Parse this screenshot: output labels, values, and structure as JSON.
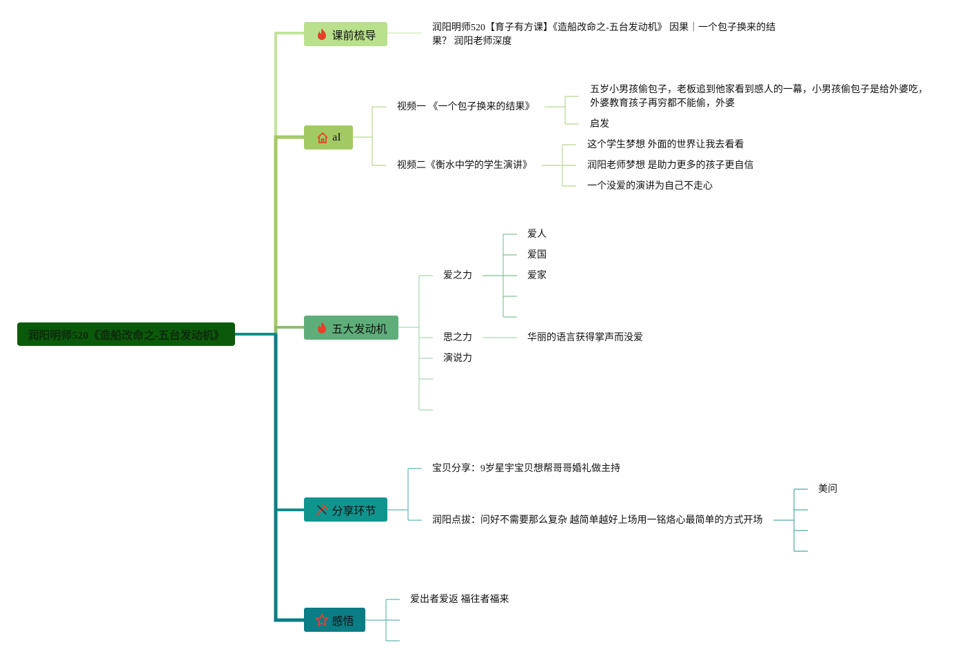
{
  "colors": {
    "root_fill": "#0b5a0b",
    "branch_1": "#c6e5a0",
    "branch_2": "#a3ca62",
    "branch_3": "#5fae7a",
    "branch_4": "#10948e",
    "branch_5": "#0a7d85",
    "trunk_light": "#b6dc86",
    "trunk_dark": "#0b7f83",
    "icon_red": "#e8402a"
  },
  "root": {
    "label": "润阳明师520《造船改命之-五台发动机》"
  },
  "branches": [
    {
      "label": "课前梳导",
      "icon": "fire-icon",
      "children": [
        {
          "text": "润阳明师520【育子有方课】《造船改命之-五台发动机》 因果｜一个包子换来的结果？ 润阳老师深度"
        }
      ]
    },
    {
      "label": "aI",
      "icon": "home-icon",
      "children": [
        {
          "text": "视频一 《一个包子换来的结果》",
          "children": [
            {
              "text": "五岁小男孩偷包子，老板追到他家看到感人的一幕，小男孩偷包子是给外婆吃，外婆教育孩子再穷都不能偷，外婆"
            },
            {
              "text": "启发"
            }
          ]
        },
        {
          "text": "视频二《衡水中学的学生演讲》",
          "children": [
            {
              "text": "这个学生梦想 外面的世界让我去看看"
            },
            {
              "text": "润阳老师梦想 是助力更多的孩子更自信"
            },
            {
              "text": "一个没爱的演讲为自己不走心"
            }
          ]
        }
      ]
    },
    {
      "label": "五大发动机",
      "icon": "fire-icon",
      "children": [
        {
          "text": "爱之力",
          "children": [
            {
              "text": "爱人"
            },
            {
              "text": "爱国"
            },
            {
              "text": "爱家"
            },
            {
              "text": ""
            },
            {
              "text": ""
            }
          ]
        },
        {
          "text": "思之力",
          "children": [
            {
              "text": "华丽的语言获得掌声而没爱"
            }
          ]
        },
        {
          "text": "演说力"
        },
        {
          "text": ""
        },
        {
          "text": ""
        }
      ]
    },
    {
      "label": "分享环节",
      "icon": "tools-icon",
      "children": [
        {
          "text": "宝贝分享：9岁星宇宝贝想帮哥哥婚礼做主持"
        },
        {
          "text": "润阳点拔：问好不需要那么复杂 越简单越好上场用一铭烙心最简单的方式开场",
          "children": [
            {
              "text": "美问"
            },
            {
              "text": ""
            },
            {
              "text": ""
            },
            {
              "text": ""
            }
          ]
        }
      ]
    },
    {
      "label": "感悟",
      "icon": "star-icon",
      "children": [
        {
          "text": "爱出者爱返 福往者福来"
        },
        {
          "text": ""
        },
        {
          "text": ""
        }
      ]
    }
  ]
}
